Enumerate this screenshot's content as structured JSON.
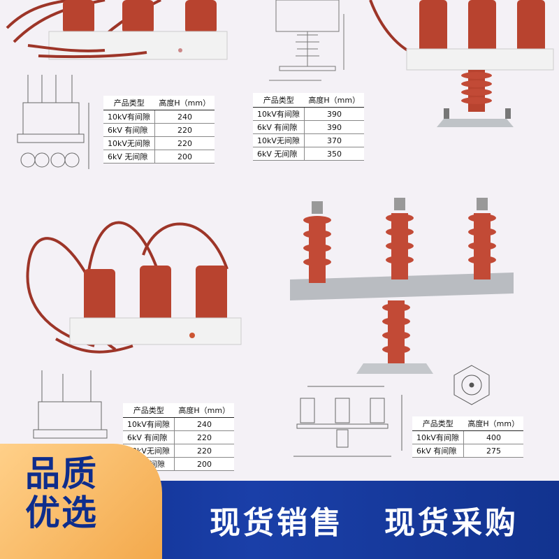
{
  "table_header": {
    "type": "产品类型",
    "height": "高度H（mm）"
  },
  "tables": {
    "top_left": [
      {
        "type": "10kV有间隙",
        "h": "240"
      },
      {
        "type": "6kV 有间隙",
        "h": "220"
      },
      {
        "type": "10kV无间隙",
        "h": "220"
      },
      {
        "type": "6kV 无间隙",
        "h": "200"
      }
    ],
    "top_center": [
      {
        "type": "10kV有间隙",
        "h": "390"
      },
      {
        "type": "6kV 有间隙",
        "h": "390"
      },
      {
        "type": "10kV无间隙",
        "h": "370"
      },
      {
        "type": "6kV 无间隙",
        "h": "350"
      }
    ],
    "bottom_left": [
      {
        "type": "10kV有间隙",
        "h": "240"
      },
      {
        "type": "6kV 有间隙",
        "h": "220"
      },
      {
        "type": "10kV无间隙",
        "h": "220"
      },
      {
        "type": "6kV无间隙",
        "h": "200"
      }
    ],
    "bottom_right": [
      {
        "type": "10kV有间隙",
        "h": "400"
      },
      {
        "type": "6kV 有间隙",
        "h": "275"
      }
    ]
  },
  "badge": {
    "line1": "品质",
    "line2": "优选"
  },
  "slogans": {
    "left": "现货销售",
    "right": "现货采购"
  },
  "colors": {
    "insulator": "#b8432f",
    "banner": "#0e2d8c",
    "badge": "#f3a94c"
  }
}
